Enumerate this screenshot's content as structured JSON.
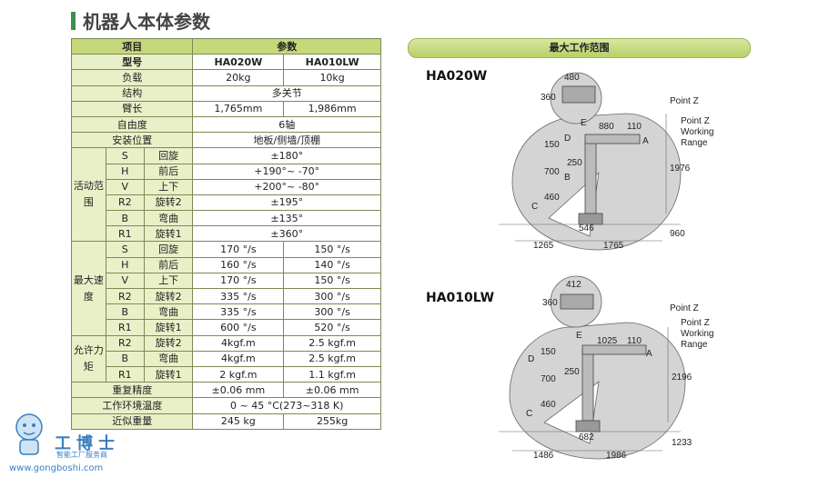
{
  "section_title": "机器人本体参数",
  "table": {
    "header": {
      "item": "项目",
      "params": "参数"
    },
    "model": {
      "label": "型号",
      "m1": "HA020W",
      "m2": "HA010LW"
    },
    "rows_basic": [
      {
        "label": "负载",
        "v1": "20kg",
        "v2": "10kg"
      },
      {
        "label": "结构",
        "span": "多关节"
      },
      {
        "label": "臂长",
        "v1": "1,765mm",
        "v2": "1,986mm"
      },
      {
        "label": "自由度",
        "span": "6轴"
      },
      {
        "label": "安装位置",
        "span": "地板/侧墙/顶棚"
      }
    ],
    "motion_range": {
      "group": "活动范围",
      "rows": [
        {
          "axis": "S",
          "name": "回旋",
          "span": "±180°"
        },
        {
          "axis": "H",
          "name": "前后",
          "span": "+190°~ -70°"
        },
        {
          "axis": "V",
          "name": "上下",
          "span": "+200°~ -80°"
        },
        {
          "axis": "R2",
          "name": "旋转2",
          "span": "±195°"
        },
        {
          "axis": "B",
          "name": "弯曲",
          "span": "±135°"
        },
        {
          "axis": "R1",
          "name": "旋转1",
          "span": "±360°"
        }
      ]
    },
    "max_speed": {
      "group": "最大速度",
      "rows": [
        {
          "axis": "S",
          "name": "回旋",
          "v1": "170 °/s",
          "v2": "150 °/s"
        },
        {
          "axis": "H",
          "name": "前后",
          "v1": "160 °/s",
          "v2": "140 °/s"
        },
        {
          "axis": "V",
          "name": "上下",
          "v1": "170 °/s",
          "v2": "150 °/s"
        },
        {
          "axis": "R2",
          "name": "旋转2",
          "v1": "335 °/s",
          "v2": "300 °/s"
        },
        {
          "axis": "B",
          "name": "弯曲",
          "v1": "335 °/s",
          "v2": "300 °/s"
        },
        {
          "axis": "R1",
          "name": "旋转1",
          "v1": "600 °/s",
          "v2": "520 °/s"
        }
      ]
    },
    "allowed_torque": {
      "group": "允许力矩",
      "rows": [
        {
          "axis": "R2",
          "name": "旋转2",
          "v1": "4kgf.m",
          "v2": "2.5 kgf.m"
        },
        {
          "axis": "B",
          "name": "弯曲",
          "v1": "4kgf.m",
          "v2": "2.5 kgf.m"
        },
        {
          "axis": "R1",
          "name": "旋转1",
          "v1": "2 kgf.m",
          "v2": "1.1 kgf.m"
        }
      ]
    },
    "rows_tail": [
      {
        "label": "重复精度",
        "v1": "±0.06 mm",
        "v2": "±0.06 mm"
      },
      {
        "label": "工作环境温度",
        "span": "0 ~ 45 °C(273~318 K)"
      },
      {
        "label": "近似重量",
        "v1": "245 kg",
        "v2": "255kg"
      }
    ]
  },
  "range_title": "最大工作范围",
  "diagrams": {
    "ha020w": {
      "model": "HA020W",
      "point_z": "Point Z",
      "legend": "Point Z",
      "legend_l2": "Working",
      "legend_l3": "Range",
      "dims": {
        "d480": "480",
        "d360": "360",
        "d880": "880",
        "d110": "110",
        "d150": "150",
        "d700": "700",
        "d250": "250",
        "d460": "460",
        "d546": "546",
        "d1265": "1265",
        "d1765": "1765",
        "d1976": "1976",
        "d960": "960"
      },
      "letters": {
        "E": "E",
        "D": "D",
        "B": "B",
        "C": "C",
        "A": "A"
      }
    },
    "ha010lw": {
      "model": "HA010LW",
      "point_z": "Point Z",
      "legend": "Point Z",
      "legend_l2": "Working",
      "legend_l3": "Range",
      "dims": {
        "d412": "412",
        "d360": "360",
        "d1025": "1025",
        "d110": "110",
        "d150": "150",
        "d700": "700",
        "d250": "250",
        "d460": "460",
        "d682": "682",
        "d1486": "1486",
        "d1986": "1986",
        "d2196": "2196",
        "d1233": "1233"
      },
      "letters": {
        "E": "E",
        "D": "D",
        "C": "C",
        "A": "A"
      }
    }
  },
  "watermark": {
    "brand": "工博士",
    "slogan": "智能工厂服务商",
    "url": "www.gongboshi.com"
  },
  "colors": {
    "header_green": "#c6d97a",
    "label_green": "#e9f0c8",
    "accent_green": "#3f8f4f",
    "range_gray": "#d4d4d4"
  }
}
